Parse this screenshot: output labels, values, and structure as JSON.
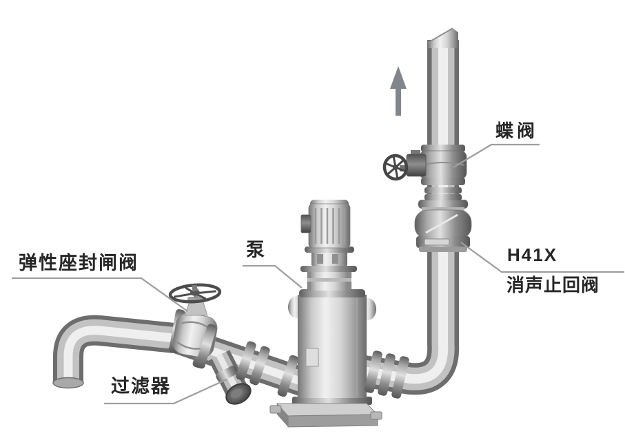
{
  "diagram": {
    "description": "pump-installation-piping-illustration",
    "background": "#ffffff",
    "flow_arrow": {
      "direction": "up",
      "color": "#80868b"
    },
    "labels": {
      "gate_valve": "弹性座封闸阀",
      "strainer": "过滤器",
      "pump": "泵",
      "butterfly_valve": "蝶阀",
      "check_valve_model": "H41X",
      "check_valve_name": "消声止回阀"
    },
    "colors": {
      "pipe_highlight": "#efefef",
      "pipe_mid": "#c2c2c2",
      "pipe_shadow": "#6d6d6d",
      "leader_line": "#9e9e9e",
      "text": "#262626"
    }
  }
}
